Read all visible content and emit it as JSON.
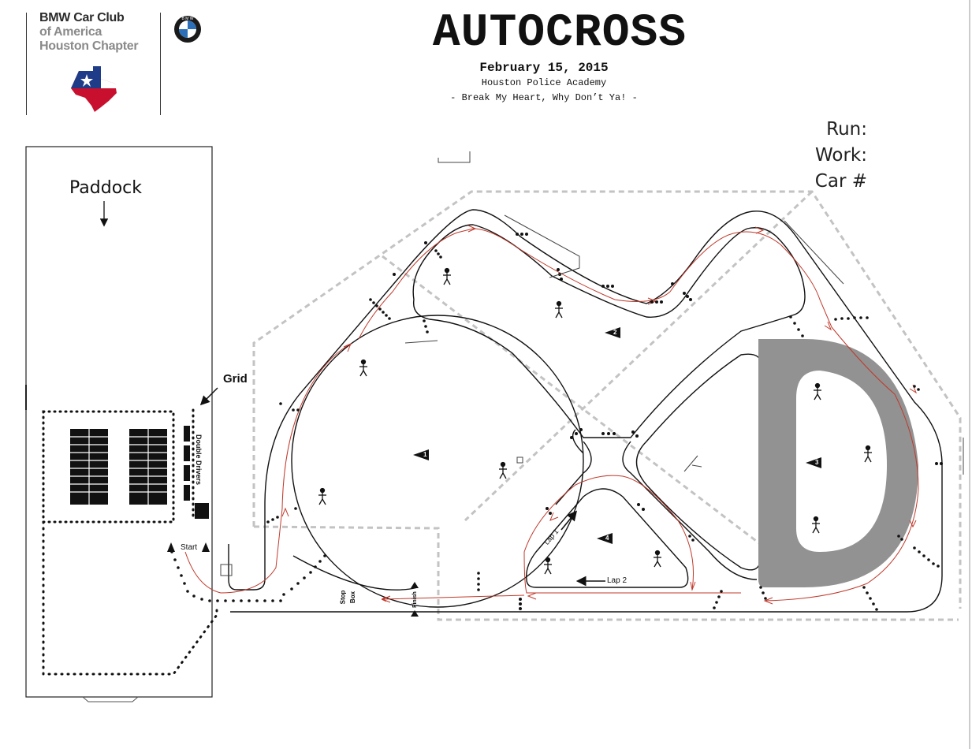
{
  "club": {
    "line1": "BMW Car Club",
    "line2": "of America",
    "line3": "Houston Chapter"
  },
  "event": {
    "title": "AUTOCROSS",
    "date": "February 15, 2015",
    "venue": "Houston Police Academy",
    "tagline": "- Break My Heart, Why Don’t Ya! -"
  },
  "entry_form": {
    "run_label": "Run:",
    "work_label": "Work:",
    "car_label": "Car #"
  },
  "labels": {
    "paddock": "Paddock",
    "grid": "Grid",
    "double_drivers": "Double Drivers",
    "start": "Start",
    "stop": "Stop",
    "box": "Box",
    "finish": "Finish",
    "lap1": "Lap 1",
    "lap2": "Lap 2"
  },
  "stations": [
    "1",
    "2",
    "3",
    "4"
  ],
  "colors": {
    "track_line": "#111111",
    "racing_line": "#c0392b",
    "boundary_dashed": "#bdbdbd",
    "skidpad": "#8f8f8f",
    "flag_red": "#c8102e",
    "flag_blue": "#1f3c88"
  }
}
